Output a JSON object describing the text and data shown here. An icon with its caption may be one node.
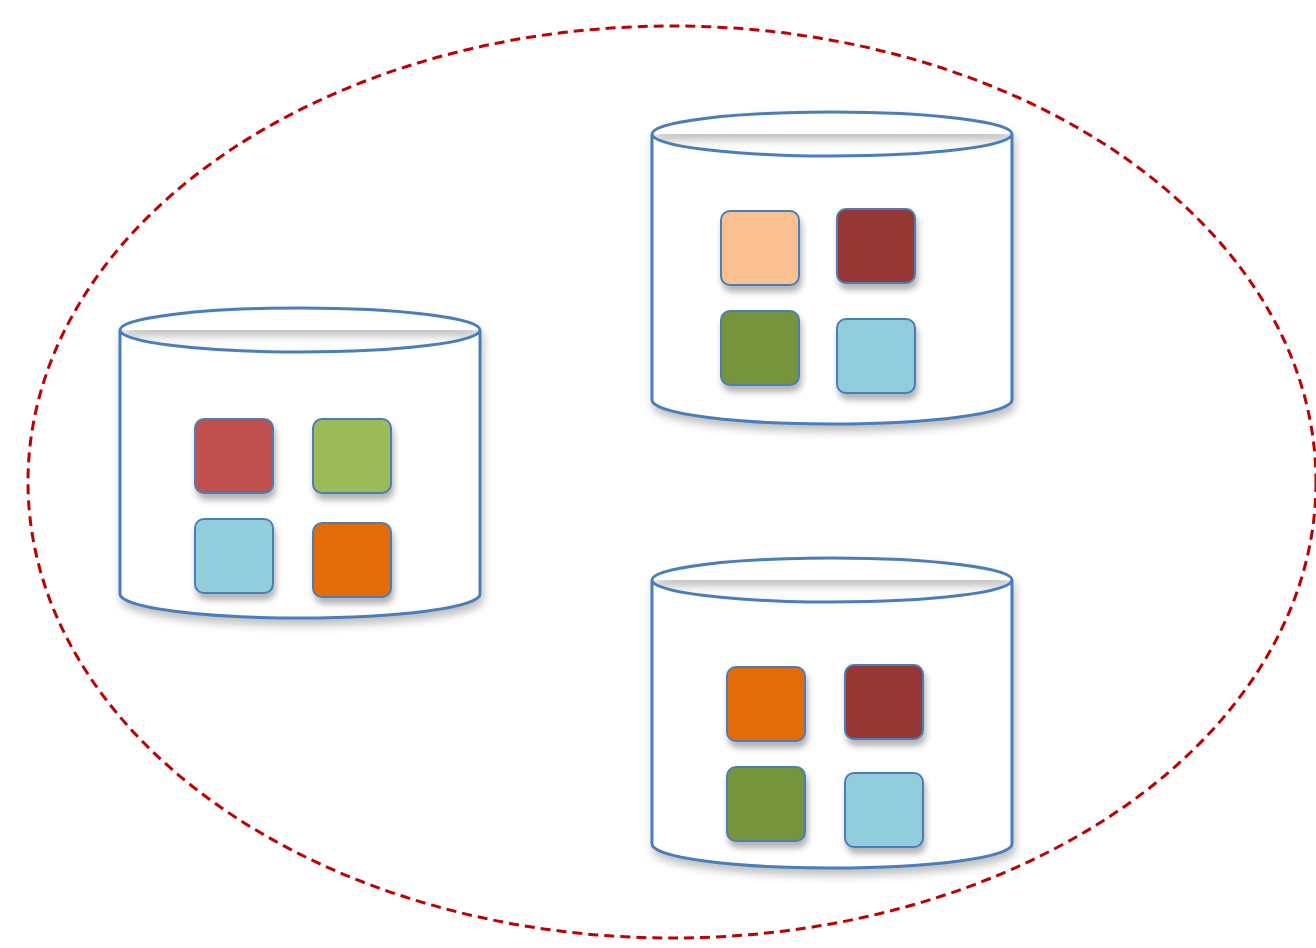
{
  "diagram": {
    "nodes": [
      {
        "text": [],
        "shape": "ellipse"
      },
      {
        "text": [],
        "shape": "cylinder",
        "in": 0
      },
      {
        "text": [],
        "shape": "box",
        "in": 1
      },
      {
        "text": [],
        "shape": "box",
        "in": 1
      },
      {
        "text": [],
        "shape": "box",
        "in": 1
      },
      {
        "text": [],
        "shape": "box",
        "in": 1
      },
      {
        "text": [],
        "shape": "cylinder",
        "in": 0
      },
      {
        "text": [],
        "shape": "box",
        "in": 6
      },
      {
        "text": [],
        "shape": "box",
        "in": 6
      },
      {
        "text": [],
        "shape": "box",
        "in": 6
      },
      {
        "text": [],
        "shape": "box",
        "in": 6
      },
      {
        "text": [],
        "shape": "cylinder",
        "in": 0
      },
      {
        "text": [],
        "shape": "box",
        "in": 11
      },
      {
        "text": [],
        "shape": "box",
        "in": 11
      },
      {
        "text": [],
        "shape": "box",
        "in": 11
      },
      {
        "text": [],
        "shape": "box",
        "in": 11
      }
    ]
  }
}
